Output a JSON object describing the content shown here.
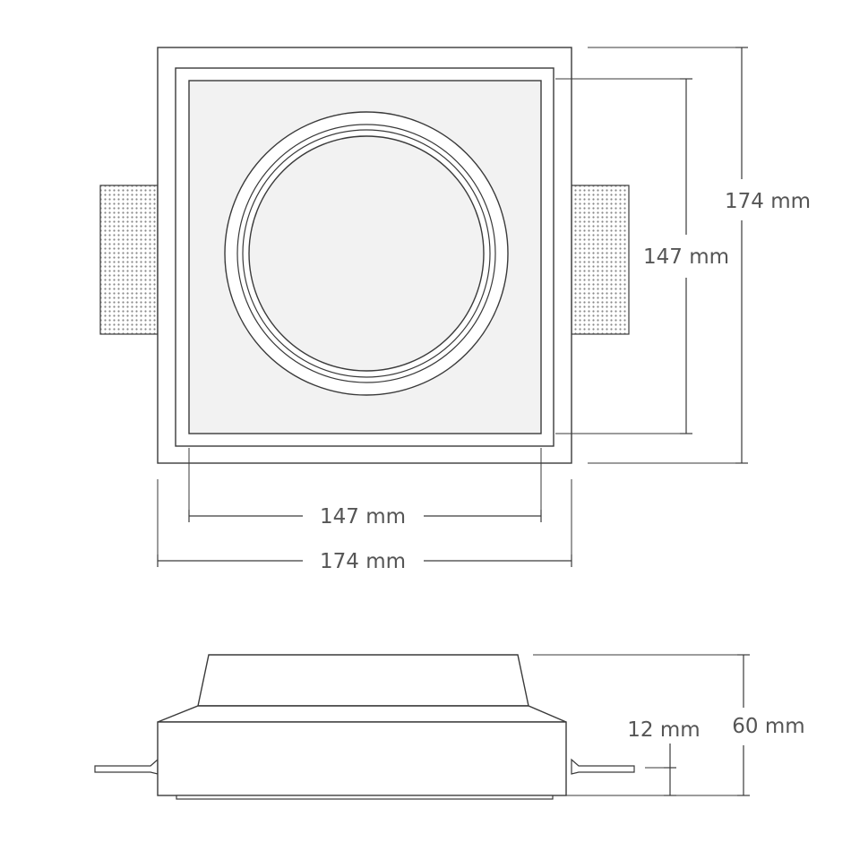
{
  "top_view": {
    "outer_width": "174 mm",
    "inner_width": "147 mm",
    "outer_height": "174 mm",
    "inner_height": "147 mm"
  },
  "side_view": {
    "flange_thickness": "12 mm",
    "total_height": "60 mm"
  },
  "colors": {
    "line": "#3a3a3a",
    "text": "#555555",
    "face": "#f2f2f2",
    "hatch": "#888888"
  }
}
